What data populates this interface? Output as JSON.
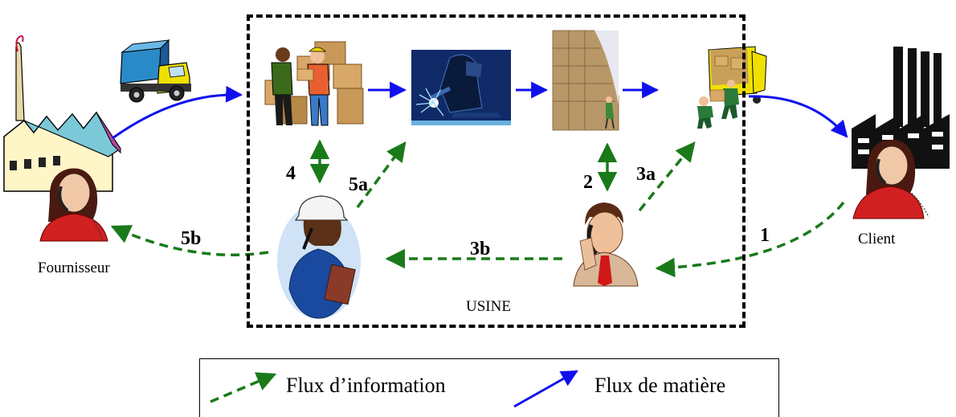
{
  "labels": {
    "fournisseur": "Fournisseur",
    "client": "Client",
    "usine": "USINE"
  },
  "steps": {
    "s1": "1",
    "s2": "2",
    "s3a": "3a",
    "s3b": "3b",
    "s4": "4",
    "s5a": "5a",
    "s5b": "5b"
  },
  "legend": {
    "information": "Flux d’information",
    "matiere": "Flux de matière"
  },
  "colors": {
    "information_flow": "#1a7a1a",
    "material_flow": "#1010ee",
    "border": "#000000"
  },
  "icons": [
    "factory-icon",
    "woman-phone-icon",
    "truck-icon",
    "workers-boxes-icon",
    "welder-icon",
    "warehouse-icon",
    "loading-truck-icon",
    "engineer-woman-icon",
    "businessman-phone-icon"
  ]
}
